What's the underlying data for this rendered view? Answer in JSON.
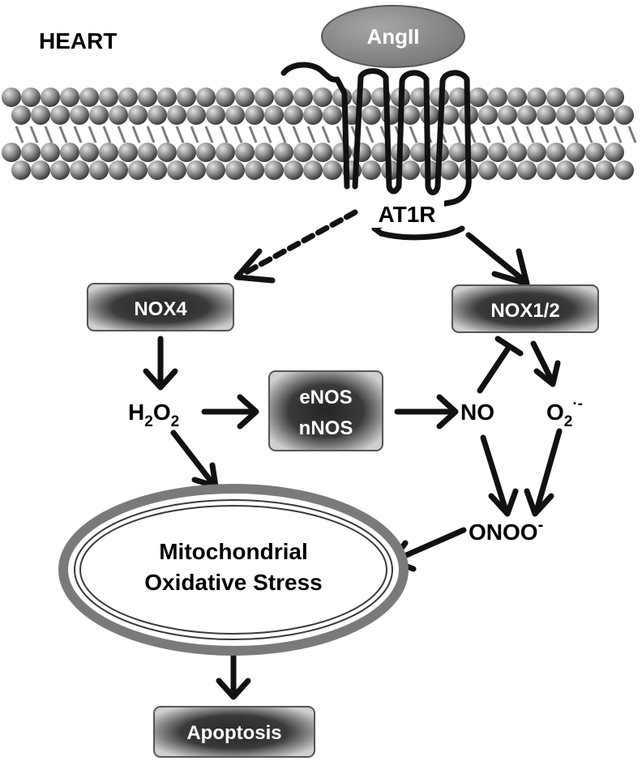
{
  "tissue_label": "HEART",
  "ligand": "AngII",
  "receptor": "AT1R",
  "boxes": {
    "nox4": "NOX4",
    "nox12": "NOX1/2",
    "enos": "eNOS",
    "nnos": "nNOS",
    "apoptosis": "Apoptosis"
  },
  "species": {
    "h2o2": {
      "h": "H",
      "sub1": "2",
      "o": "O",
      "sub2": "2"
    },
    "no": "NO",
    "superoxide": {
      "base": "O",
      "sub": "2",
      "sup": "·-"
    },
    "peroxynitrite": {
      "base": "ONOO",
      "sup": "-"
    }
  },
  "mito": {
    "line1": "Mitochondrial",
    "line2": "Oxidative Stress"
  },
  "colors": {
    "box_fill": "#3a3a3a",
    "box_glow": "#d8d8d8",
    "ligand_fill": "#8a8a8a",
    "membrane_bead": "#8c8c8c",
    "arrow": "#111111"
  }
}
